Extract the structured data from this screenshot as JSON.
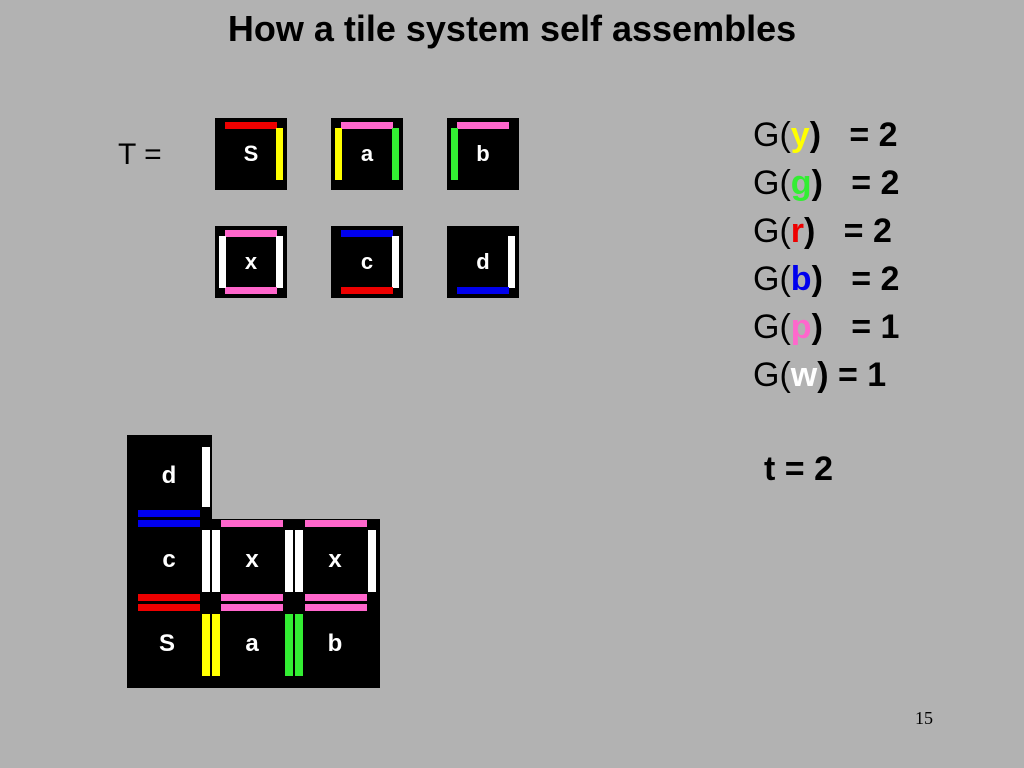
{
  "title": "How a tile system self assembles",
  "tileset_label": "T =",
  "colors": {
    "y": "#ffff00",
    "g": "#33ee33",
    "r": "#ee0000",
    "b": "#0000ee",
    "p": "#ff66cc",
    "w": "#ffffff",
    "background": "#b2b2b2"
  },
  "tiles": [
    {
      "label": "S",
      "north": "r",
      "east": "y",
      "south": null,
      "west": null
    },
    {
      "label": "a",
      "north": "p",
      "east": "g",
      "south": null,
      "west": "y"
    },
    {
      "label": "b",
      "north": "p",
      "east": null,
      "south": null,
      "west": "g"
    },
    {
      "label": "x",
      "north": "p",
      "east": "w",
      "south": "p",
      "west": "w"
    },
    {
      "label": "c",
      "north": "b",
      "east": "w",
      "south": "r",
      "west": null
    },
    {
      "label": "d",
      "north": null,
      "east": "w",
      "south": "b",
      "west": null
    }
  ],
  "glue_strengths": [
    {
      "prefix": "G(",
      "color_key": "y",
      "symbol": "y",
      "suffix": ")   = 2"
    },
    {
      "prefix": "G(",
      "color_key": "g",
      "symbol": "g",
      "suffix": ")   = 2"
    },
    {
      "prefix": "G(",
      "color_key": "r",
      "symbol": "r",
      "suffix": ")   = 2"
    },
    {
      "prefix": "G(",
      "color_key": "b",
      "symbol": "b",
      "suffix": ")   = 2"
    },
    {
      "prefix": "G(",
      "color_key": "p",
      "symbol": "p",
      "suffix": ")   = 1"
    },
    {
      "prefix": "G(",
      "color_key": "w",
      "symbol": "w",
      "suffix": ") = 1"
    }
  ],
  "temperature": "t = 2",
  "assembly": {
    "tiles": [
      "d",
      "c",
      "x",
      "x",
      "S",
      "a",
      "b"
    ]
  },
  "page_number": "15"
}
